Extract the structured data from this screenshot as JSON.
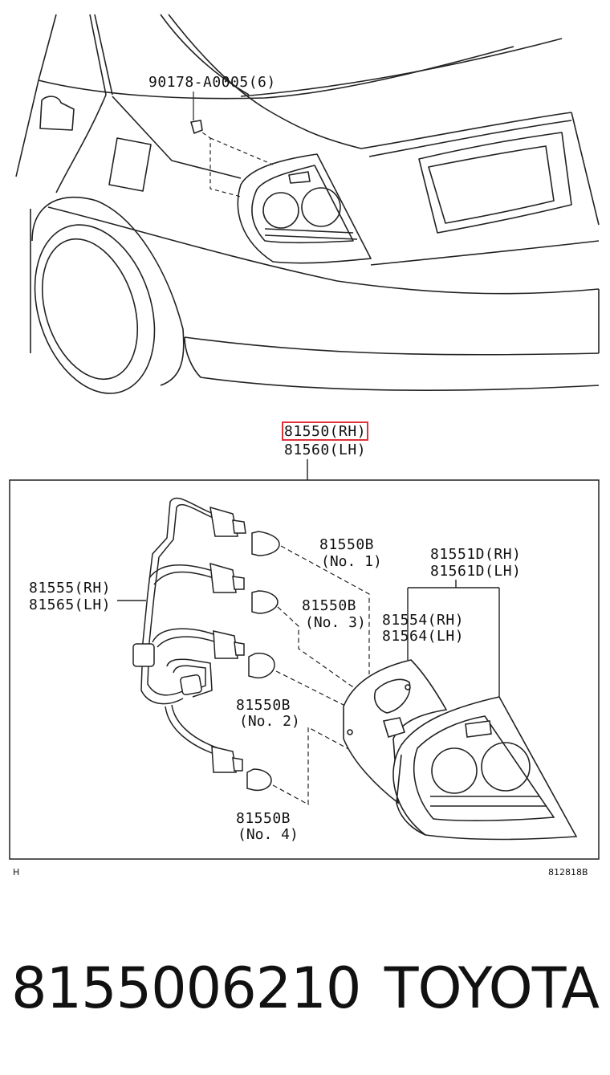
{
  "diagram": {
    "top_callout": "90178-A0005(6)",
    "assembly": {
      "rh": "81550(RH)",
      "lh": "81560(LH)"
    },
    "bulb_1": {
      "part": "81550B",
      "note": "(No. 1)"
    },
    "bulb_3": {
      "part": "81550B",
      "note": "(No. 3)"
    },
    "bulb_2": {
      "part": "81550B",
      "note": "(No. 2)"
    },
    "bulb_4": {
      "part": "81550B",
      "note": "(No. 4)"
    },
    "socket_wire": {
      "rh": "81555(RH)",
      "lh": "81565(LH)"
    },
    "lens": {
      "rh": "81551D(RH)",
      "lh": "81561D(LH)"
    },
    "gasket": {
      "rh": "81554(RH)",
      "lh": "81564(LH)"
    },
    "corner_left": "H",
    "corner_right": "812818B"
  },
  "highlight_color": "#e0303a",
  "footer": {
    "part_number": "8155006210",
    "brand": "TOYOTA"
  }
}
